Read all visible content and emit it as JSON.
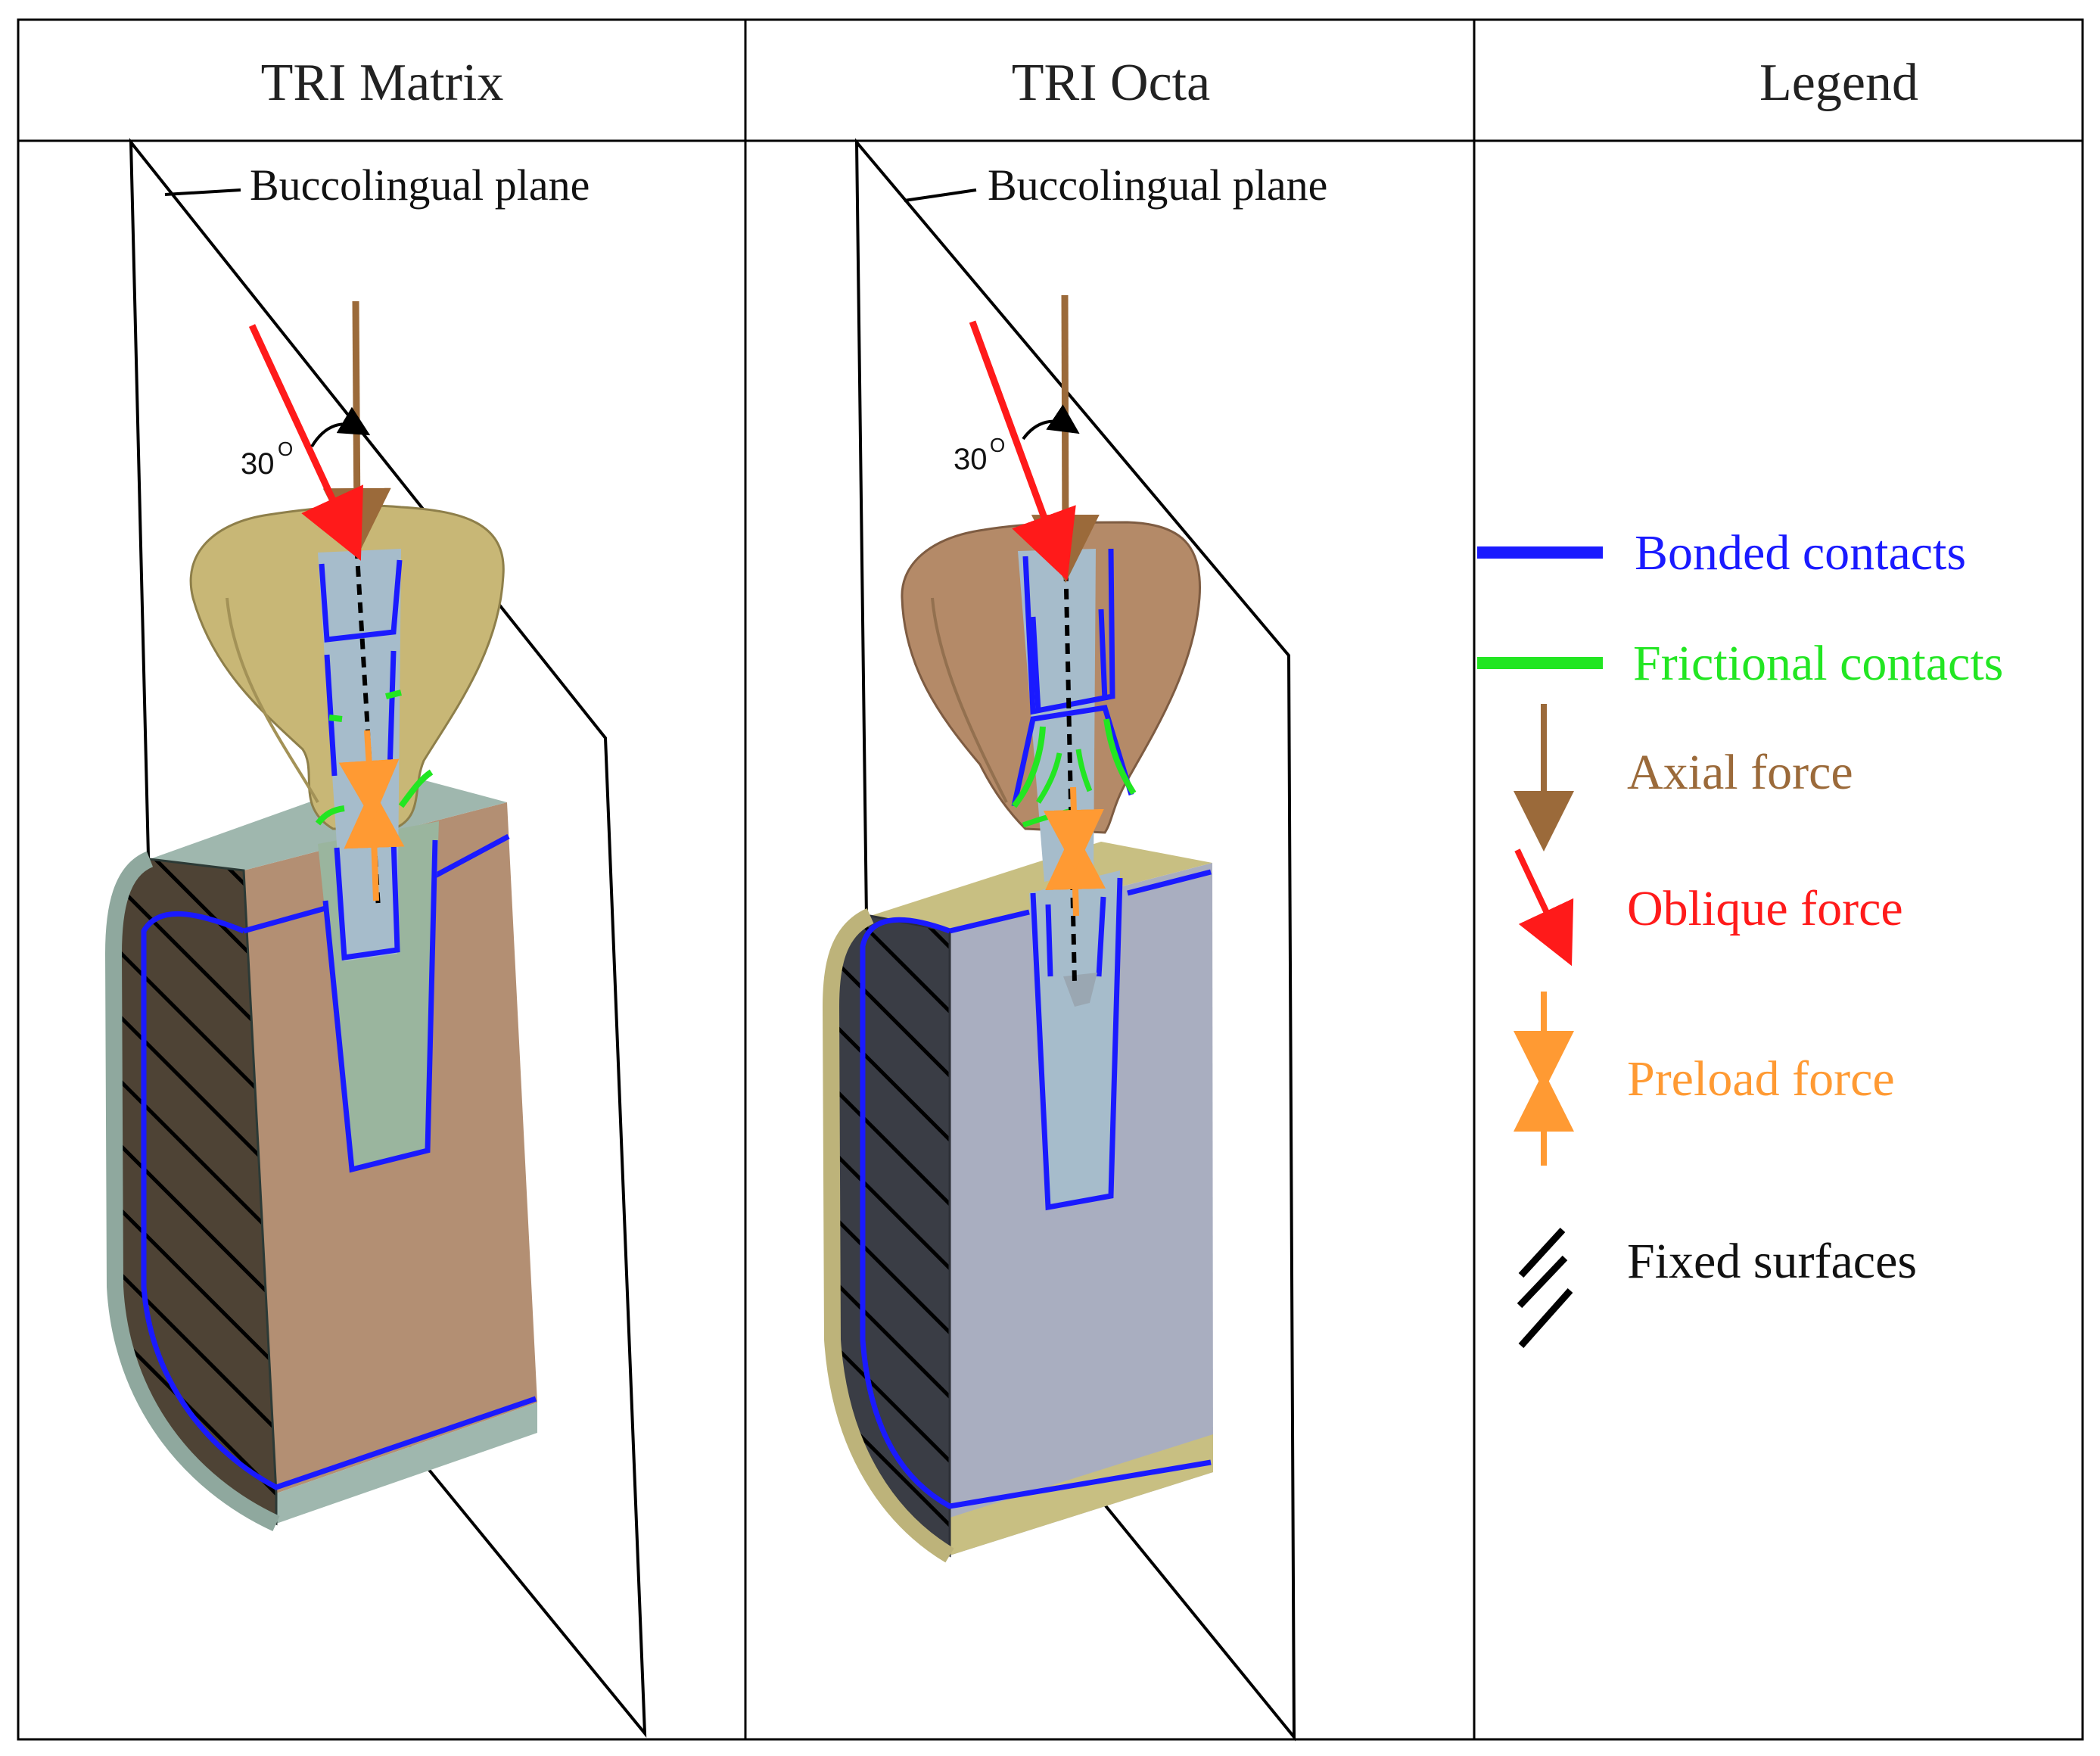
{
  "columns": {
    "matrix": "TRI Matrix",
    "octa": "TRI Octa",
    "legend": "Legend"
  },
  "plane_label": "Buccolingual plane",
  "angle_label": "30",
  "angle_unit": "O",
  "legend": {
    "bonded": "Bonded contacts",
    "frictional": "Frictional contacts",
    "axial": "Axial force",
    "oblique": "Oblique force",
    "preload": "Preload force",
    "fixed": "Fixed surfaces"
  },
  "colors": {
    "bonded": "#1a1aff",
    "frictional": "#22e622",
    "axial": "#9b6a3a",
    "oblique": "#ff1a1a",
    "preload": "#ff9a33",
    "fixed": "#000000",
    "crown_matrix": "#c8b776",
    "crown_octa": "#b48a68",
    "bone_brown": "#b38f73",
    "bone_grey": "#a9aec0",
    "cortical_green": "#9fb7ae",
    "cortical_yellow": "#c8bf82",
    "implant": "#a6bccb",
    "abutment_green": "#9ab59e"
  }
}
